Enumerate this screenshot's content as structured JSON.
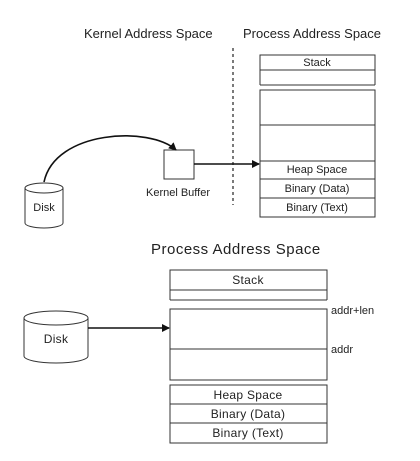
{
  "top": {
    "kernel_heading": "Kernel Address Space",
    "process_heading": "Process Address Space",
    "stack_label": "Stack",
    "heap_label": "Heap Space",
    "data_label": "Binary (Data)",
    "text_label": "Binary (Text)",
    "disk_label": "Disk",
    "kernel_buffer_label": "Kernel Buffer"
  },
  "bottom": {
    "heading": "Process Address Space",
    "stack_label": "Stack",
    "heap_label": "Heap Space",
    "data_label": "Binary (Data)",
    "text_label": "Binary (Text)",
    "disk_label": "Disk",
    "addr_len_label": "addr+len",
    "addr_label": "addr"
  }
}
